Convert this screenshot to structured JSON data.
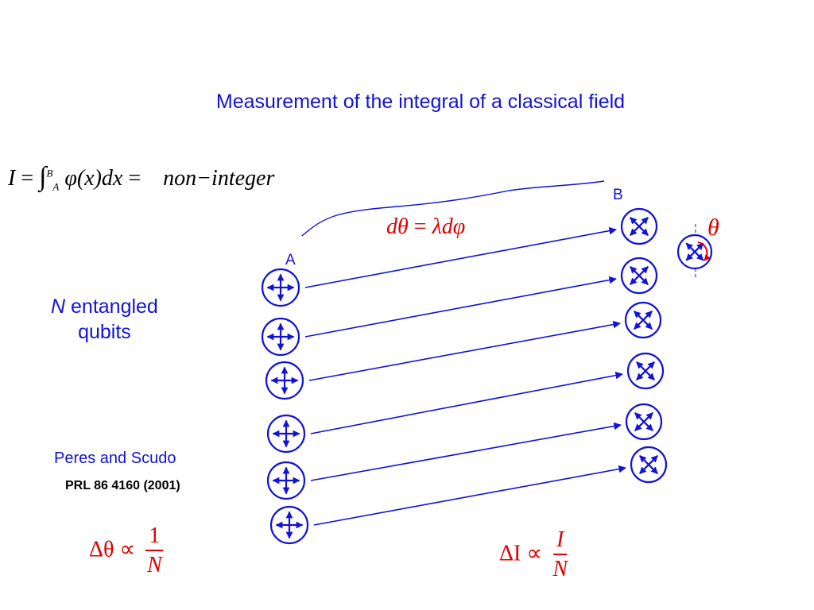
{
  "title": "Measurement of the integral of a classical field",
  "equation_main": {
    "lhs": "I",
    "eq1": "=",
    "integral": "∫",
    "upper": "B",
    "lower": "A",
    "integrand": "φ(x)dx",
    "eq2": "=",
    "rhs": "non−integer"
  },
  "equation_dtheta": {
    "lhs": "dθ",
    "eq": "=",
    "rhs": "λdφ"
  },
  "theta_symbol": "θ",
  "label_a": "A",
  "label_b": "B",
  "qubits_text": {
    "n": "N",
    "line1_rest": " entangled",
    "line2": "qubits"
  },
  "reference": {
    "authors": "Peres and Scudo",
    "citation": "PRL 86 4160 (2001)"
  },
  "scaling_theta": {
    "lhs": "Δθ ∝",
    "numerator": "1",
    "denominator": "N"
  },
  "scaling_integral": {
    "lhs": "ΔI ∝",
    "numerator": "I",
    "denominator": "N"
  },
  "colors": {
    "blue": "#1212d8",
    "red": "#e00000",
    "black": "#000000"
  },
  "qubit_count": 6
}
